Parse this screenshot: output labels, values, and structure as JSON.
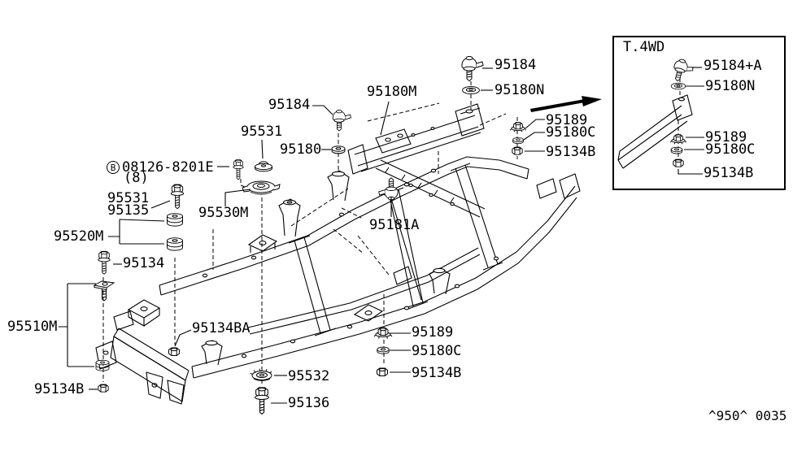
{
  "doc_code": "^950^ 0035",
  "hardware": {
    "prefix": "B",
    "code": "08126-8201E",
    "qty": "(8)"
  },
  "labels": {
    "l_95184_a": "95184",
    "l_95180M": "95180M",
    "l_95184_b": "95184",
    "l_95180N": "95180N",
    "l_95189_a": "95189",
    "l_95180C_a": "95180C",
    "l_95134B_a": "95134B",
    "l_95531_a": "95531",
    "l_95180": "95180",
    "l_95531_b": "95531",
    "l_95135": "95135",
    "l_95530M": "95530M",
    "l_95520M": "95520M",
    "l_95134": "95134",
    "l_95510M": "95510M",
    "l_95134BA": "95134BA",
    "l_95134B_b": "95134B",
    "l_95532": "95532",
    "l_95136": "95136",
    "l_95189_b": "95189",
    "l_95180C_b": "95180C",
    "l_95134B_c": "95134B",
    "l_95181A": "95181A"
  },
  "inset": {
    "title": "T.4WD",
    "labels": {
      "l_95184A": "95184+A",
      "l_95180N": "95180N",
      "l_95189": "95189",
      "l_95180C": "95180C",
      "l_95134B": "95134B"
    }
  },
  "colors": {
    "ink": "#000000",
    "paper": "#ffffff"
  }
}
